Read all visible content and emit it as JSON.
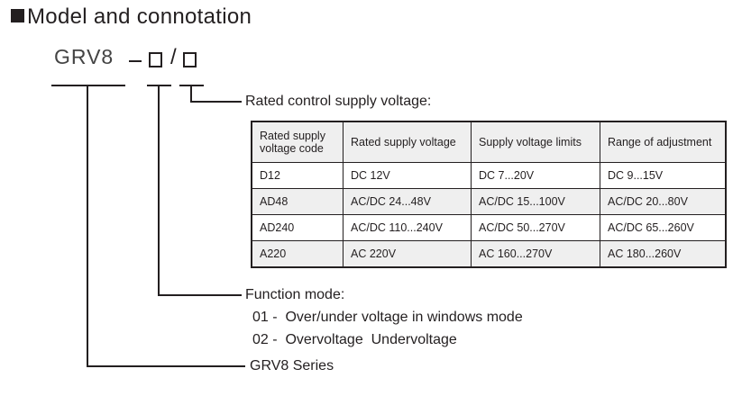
{
  "heading": "Model and connotation",
  "model": {
    "prefix": "GRV8",
    "dash": "−",
    "slash": "/"
  },
  "rated_label": "Rated control supply voltage:",
  "table": {
    "headers": [
      "Rated supply voltage code",
      "Rated supply voltage",
      "Supply voltage limits",
      "Range of adjustment"
    ],
    "rows": [
      [
        "D12",
        "DC 12V",
        "DC 7...20V",
        "DC 9...15V"
      ],
      [
        "AD48",
        "AC/DC 24...48V",
        "AC/DC 15...100V",
        "AC/DC 20...80V"
      ],
      [
        "AD240",
        "AC/DC 110...240V",
        "AC/DC 50...270V",
        "AC/DC 65...260V"
      ],
      [
        "A220",
        "AC 220V",
        "AC 160...270V",
        "AC 180...260V"
      ]
    ]
  },
  "function": {
    "label": "Function mode:",
    "items": [
      "01 -  Over/under voltage in windows mode",
      "02 -  Overvoltage  Undervoltage"
    ]
  },
  "series_label": "GRV8 Series"
}
